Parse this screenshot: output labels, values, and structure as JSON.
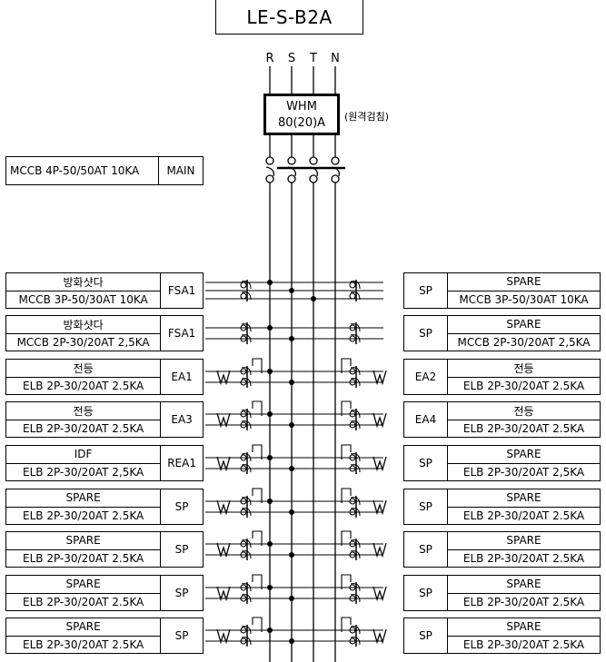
{
  "panel": {
    "title": "LE-S-B2A"
  },
  "phases": [
    "R",
    "S",
    "T",
    "N"
  ],
  "meter": {
    "line1": "WHM",
    "line2": "80(20)A",
    "note": "(원격검침)"
  },
  "main_breaker": {
    "spec": "MCCB 4P-50/50AT 10KA",
    "tag": "MAIN"
  },
  "left_circuits": [
    {
      "name": "방화샷다",
      "spec": "MCCB 3P-50/30AT 10KA",
      "tag": "FSA1"
    },
    {
      "name": "방화샷다",
      "spec": "MCCB 2P-30/20AT 2,5KA",
      "tag": "FSA1"
    },
    {
      "name": "전등",
      "spec": "ELB 2P-30/20AT 2.5KA",
      "tag": "EA1"
    },
    {
      "name": "전등",
      "spec": "ELB 2P-30/20AT 2.5KA",
      "tag": "EA3"
    },
    {
      "name": "IDF",
      "spec": "ELB 2P-30/20AT 2,5KA",
      "tag": "REA1"
    },
    {
      "name": "SPARE",
      "spec": "ELB 2P-30/20AT 2.5KA",
      "tag": "SP"
    },
    {
      "name": "SPARE",
      "spec": "ELB 2P-30/20AT 2.5KA",
      "tag": "SP"
    },
    {
      "name": "SPARE",
      "spec": "ELB 2P-30/20AT 2.5KA",
      "tag": "SP"
    },
    {
      "name": "SPARE",
      "spec": "ELB 2P-30/20AT 2.5KA",
      "tag": "SP"
    }
  ],
  "right_circuits": [
    {
      "name": "SPARE",
      "spec": "MCCB 3P-50/30AT 10KA",
      "tag": "SP"
    },
    {
      "name": "SPARE",
      "spec": "MCCB 2P-30/20AT 2,5KA",
      "tag": "SP"
    },
    {
      "name": "전등",
      "spec": "ELB 2P-30/20AT 2.5KA",
      "tag": "EA2"
    },
    {
      "name": "전등",
      "spec": "ELB 2P-30/20AT 2.5KA",
      "tag": "EA4"
    },
    {
      "name": "SPARE",
      "spec": "ELB 2P-30/20AT 2,5KA",
      "tag": "SP"
    },
    {
      "name": "SPARE",
      "spec": "ELB 2P-30/20AT 2.5KA",
      "tag": "SP"
    },
    {
      "name": "SPARE",
      "spec": "ELB 2P-30/20AT 2.5KA",
      "tag": "SP"
    },
    {
      "name": "SPARE",
      "spec": "ELB 2P-30/20AT 2.5KA",
      "tag": "SP"
    },
    {
      "name": "SPARE",
      "spec": "ELB 2P-30/20AT 2.5KA",
      "tag": "SP"
    }
  ]
}
